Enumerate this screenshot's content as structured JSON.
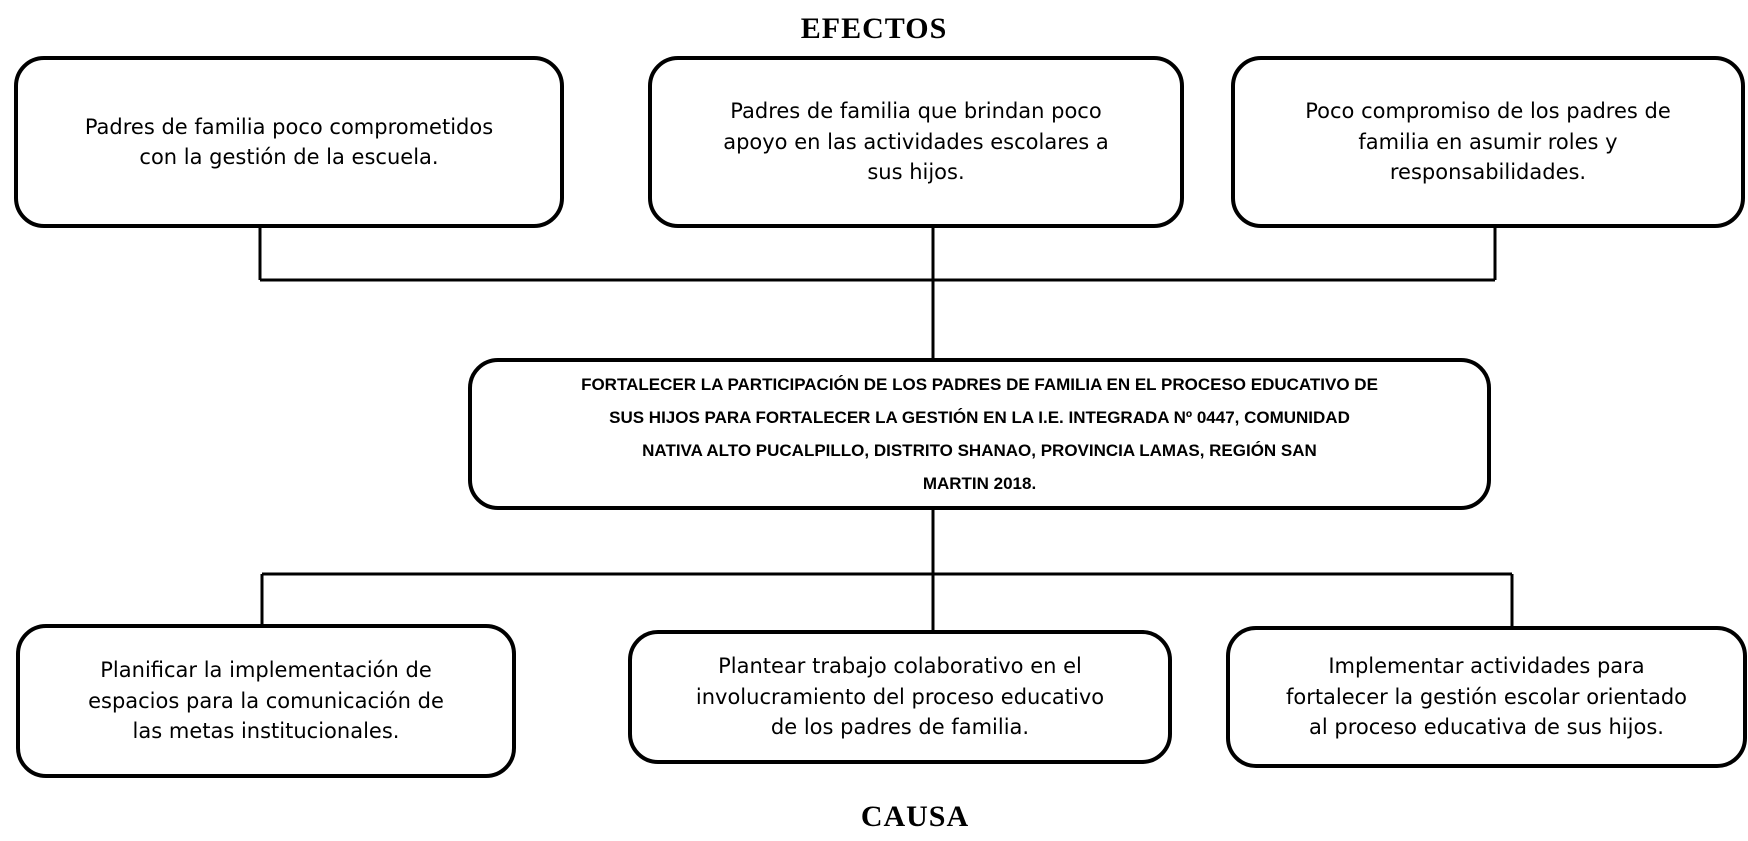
{
  "headings": {
    "top": "EFECTOS",
    "bottom": "CAUSA"
  },
  "effects": [
    {
      "text": "Padres de familia poco comprometidos\ncon la gestión de la escuela."
    },
    {
      "text": "Padres de familia que brindan poco\napoyo en las actividades escolares a\nsus hijos."
    },
    {
      "text": "Poco compromiso de los padres de\nfamilia en asumir roles y\nresponsabilidades."
    }
  ],
  "central": {
    "text": "FORTALECER LA PARTICIPACIÓN DE LOS PADRES DE FAMILIA EN EL PROCESO EDUCATIVO DE\nSUS HIJOS PARA FORTALECER LA GESTIÓN EN LA I.E. INTEGRADA Nº 0447, COMUNIDAD\nNATIVA   ALTO PUCALPILLO,  DISTRITO  SHANAO,   PROVINCIA  LAMAS,  REGIÓN SAN\nMARTIN 2018."
  },
  "causes": [
    {
      "text": "Planificar la implementación de\nespacios para la comunicación de\nlas metas institucionales."
    },
    {
      "text": "Plantear trabajo colaborativo en el\ninvolucramiento del proceso educativo\nde los padres de familia."
    },
    {
      "text": "Implementar actividades para\nfortalecer la gestión escolar orientado\nal proceso educativa de sus hijos."
    }
  ]
}
